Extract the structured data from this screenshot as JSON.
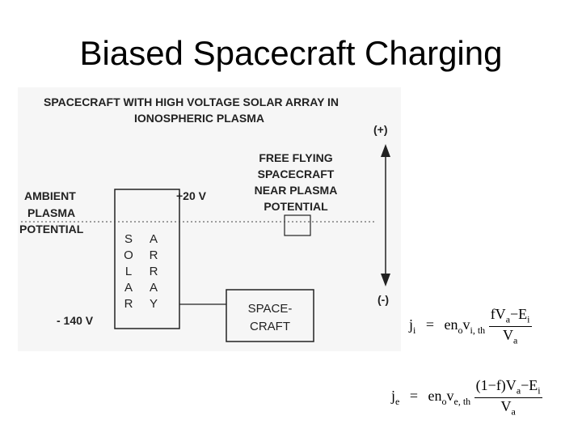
{
  "slide": {
    "title": "Biased Spacecraft Charging"
  },
  "figure": {
    "caption_line1": "SPACECRAFT WITH HIGH VOLTAGE SOLAR ARRAY IN",
    "caption_line2": "IONOSPHERIC PLASMA",
    "ambient_line1": "AMBIENT",
    "ambient_line2": "PLASMA",
    "ambient_line3": "POTENTIAL",
    "plus20": "+20 V",
    "minus140": "- 140 V",
    "free_line1": "FREE FLYING",
    "free_line2": "SPACECRAFT",
    "free_line3": "NEAR PLASMA",
    "free_line4": "POTENTIAL",
    "plus_sign": "(+)",
    "minus_sign": "(-)",
    "solar_letters": [
      "S",
      "O",
      "L",
      "A",
      "R"
    ],
    "array_letters": [
      "A",
      "R",
      "R",
      "A",
      "Y"
    ],
    "spacecraft_line1": "SPACE-",
    "spacecraft_line2": "CRAFT"
  },
  "equations": {
    "ji": {
      "lhs": "j",
      "lhs_sub": "i",
      "eq": "=",
      "mid": "en",
      "mid_sub1": "o",
      "mid_v": "v",
      "mid_sub2": "i, th",
      "num": "fV",
      "num_sub1": "a",
      "num_mid": "−E",
      "num_sub2": "i",
      "den": "V",
      "den_sub": "a"
    },
    "je": {
      "lhs": "j",
      "lhs_sub": "e",
      "eq": "=",
      "mid": "en",
      "mid_sub1": "o",
      "mid_v": "v",
      "mid_sub2": "e, th",
      "num": "(1−f)V",
      "num_sub1": "a",
      "num_mid": "−E",
      "num_sub2": "i",
      "den": "V",
      "den_sub": "a"
    }
  }
}
